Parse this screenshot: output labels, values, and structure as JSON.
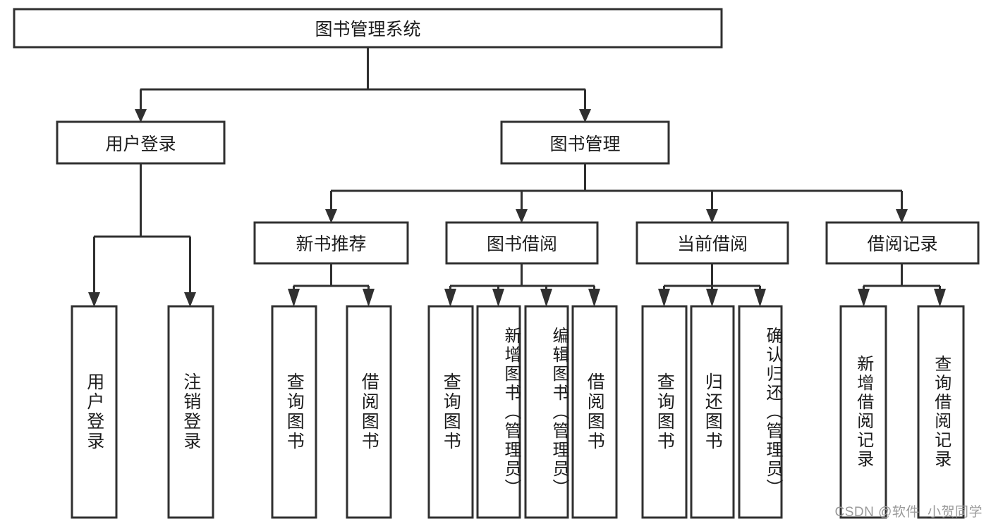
{
  "diagram": {
    "type": "tree-hierarchy",
    "title": "图书管理系统",
    "watermark": "CSDN @软件_小贺同学",
    "colors": {
      "box_fill": "#ffffff",
      "box_stroke": "#303030",
      "connector": "#303030",
      "text": "#1b1b1b",
      "background": "#ffffff",
      "watermark": "#9a9a9a"
    },
    "levels": {
      "root": {
        "label": "图书管理系统"
      },
      "level1": [
        {
          "id": "user-login",
          "label": "用户登录"
        },
        {
          "id": "book-management",
          "label": "图书管理"
        }
      ],
      "level2": [
        {
          "id": "new-book-recommend",
          "label": "新书推荐",
          "parent": "book-management"
        },
        {
          "id": "book-borrow",
          "label": "图书借阅",
          "parent": "book-management"
        },
        {
          "id": "current-borrow",
          "label": "当前借阅",
          "parent": "book-management"
        },
        {
          "id": "borrow-record",
          "label": "借阅记录",
          "parent": "book-management"
        }
      ],
      "leaves": [
        {
          "id": "leaf-user-login",
          "label": "用户登录",
          "parent": "user-login"
        },
        {
          "id": "leaf-logout-login",
          "label": "注销登录",
          "parent": "user-login"
        },
        {
          "id": "leaf-query-book-1",
          "label": "查询图书",
          "parent": "new-book-recommend"
        },
        {
          "id": "leaf-borrow-book-1",
          "label": "借阅图书",
          "parent": "new-book-recommend"
        },
        {
          "id": "leaf-query-book-2",
          "label": "查询图书",
          "parent": "book-borrow"
        },
        {
          "id": "leaf-add-book",
          "label": "新增图书（管理员）",
          "parent": "book-borrow"
        },
        {
          "id": "leaf-edit-book",
          "label": "编辑图书（管理员）",
          "parent": "book-borrow"
        },
        {
          "id": "leaf-borrow-book-2",
          "label": "借阅图书",
          "parent": "book-borrow"
        },
        {
          "id": "leaf-query-book-3",
          "label": "查询图书",
          "parent": "current-borrow"
        },
        {
          "id": "leaf-return-book",
          "label": "归还图书",
          "parent": "current-borrow"
        },
        {
          "id": "leaf-confirm-return",
          "label": "确认归还（管理员）",
          "parent": "current-borrow"
        },
        {
          "id": "leaf-add-borrow-record",
          "label": "新增借阅记录",
          "parent": "borrow-record"
        },
        {
          "id": "leaf-query-borrow-record",
          "label": "查询借阅记录",
          "parent": "borrow-record"
        }
      ]
    }
  }
}
